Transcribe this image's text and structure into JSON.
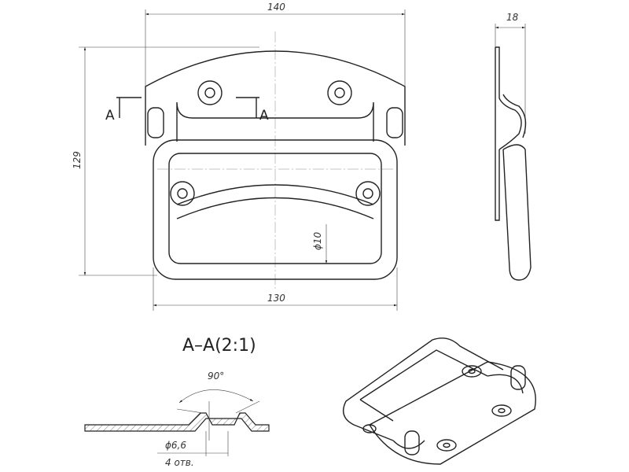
{
  "drawing": {
    "front_view": {
      "width_top": "140",
      "height": "129",
      "handle_width": "130",
      "rod_diameter": "ϕ10",
      "section_mark_left": "A",
      "section_mark_right": "A"
    },
    "side_view": {
      "depth": "18"
    },
    "section": {
      "title": "A–A(2:1)",
      "angle": "90°",
      "hole_diameter": "ϕ6,6",
      "hole_count": "4 отв."
    }
  }
}
